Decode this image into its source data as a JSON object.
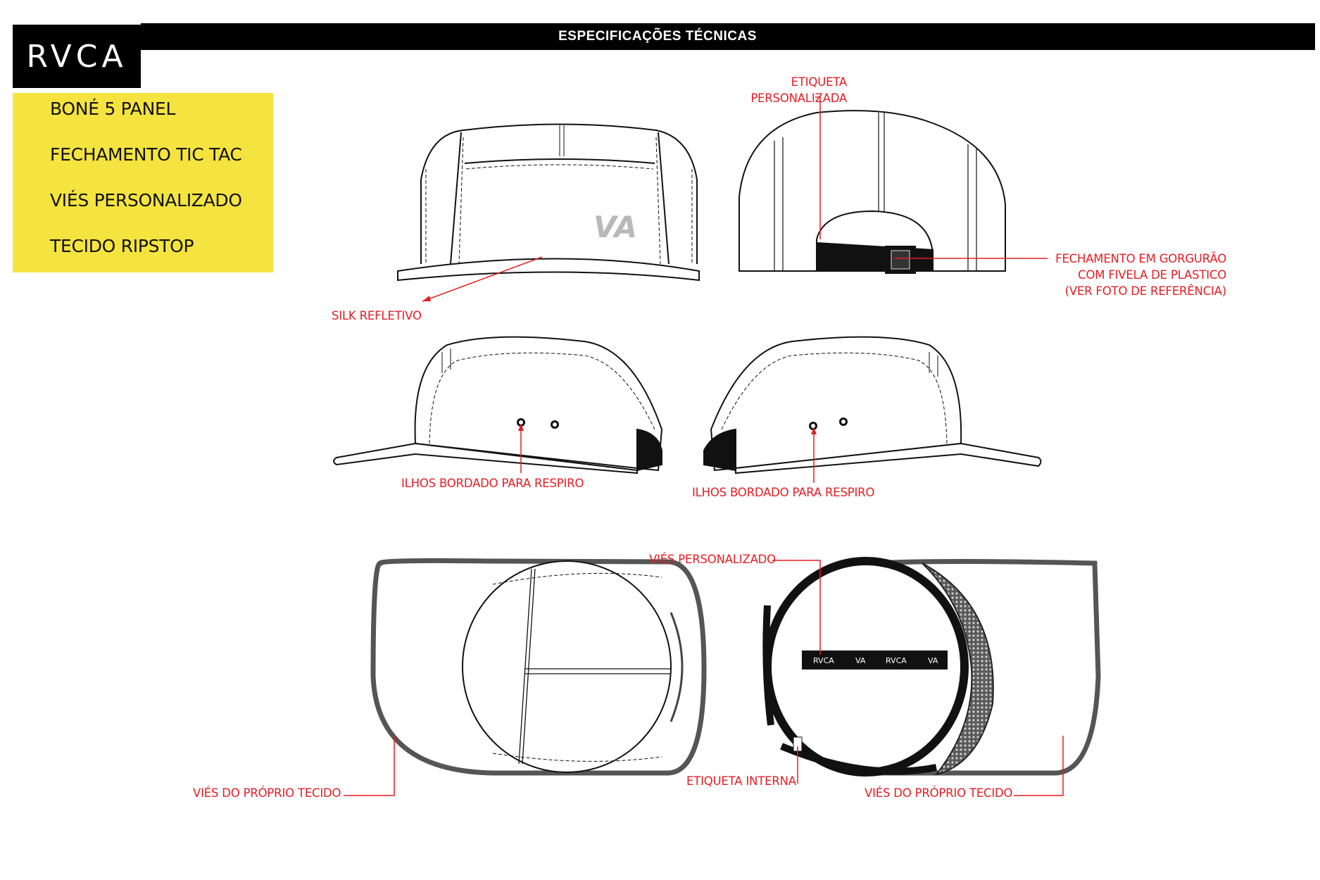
{
  "brand": {
    "logo_text": "RVCA"
  },
  "header": {
    "title": "ESPECIFICAÇÕES TÉCNICAS"
  },
  "specs": {
    "items": [
      "BONÉ 5 PANEL",
      "FECHAMENTO TIC TAC",
      "VIÉS PERSONALIZADO",
      "TECIDO RIPSTOP"
    ]
  },
  "front_logo": "VA",
  "strap_text": [
    "RVCA",
    "VA",
    "RVCA",
    "VA"
  ],
  "labels": {
    "etiqueta_personalizada": [
      "ETIQUETA",
      "PERSONALIZADA"
    ],
    "silk_refletivo": "SILK REFLETIVO",
    "fechamento": [
      "FECHAMENTO EM GORGURÃO",
      "COM FIVELA DE PLASTICO",
      "(VER FOTO DE REFERÊNCIA)"
    ],
    "ilhos_left": "ILHOS BORDADO PARA RESPIRO",
    "ilhos_right": "ILHOS BORDADO PARA RESPIRO",
    "vies_personalizado": "VIÉS PERSONALIZADO",
    "etiqueta_interna": "ETIQUETA INTERNA",
    "vies_proprio_left": "VIÉS DO PRÓPRIO TECIDO",
    "vies_proprio_right": "VIÉS DO PRÓPRIO TECIDO"
  },
  "colors": {
    "accent_red": "#e31e24",
    "spec_yellow": "#f5e43f",
    "black": "#000000"
  }
}
